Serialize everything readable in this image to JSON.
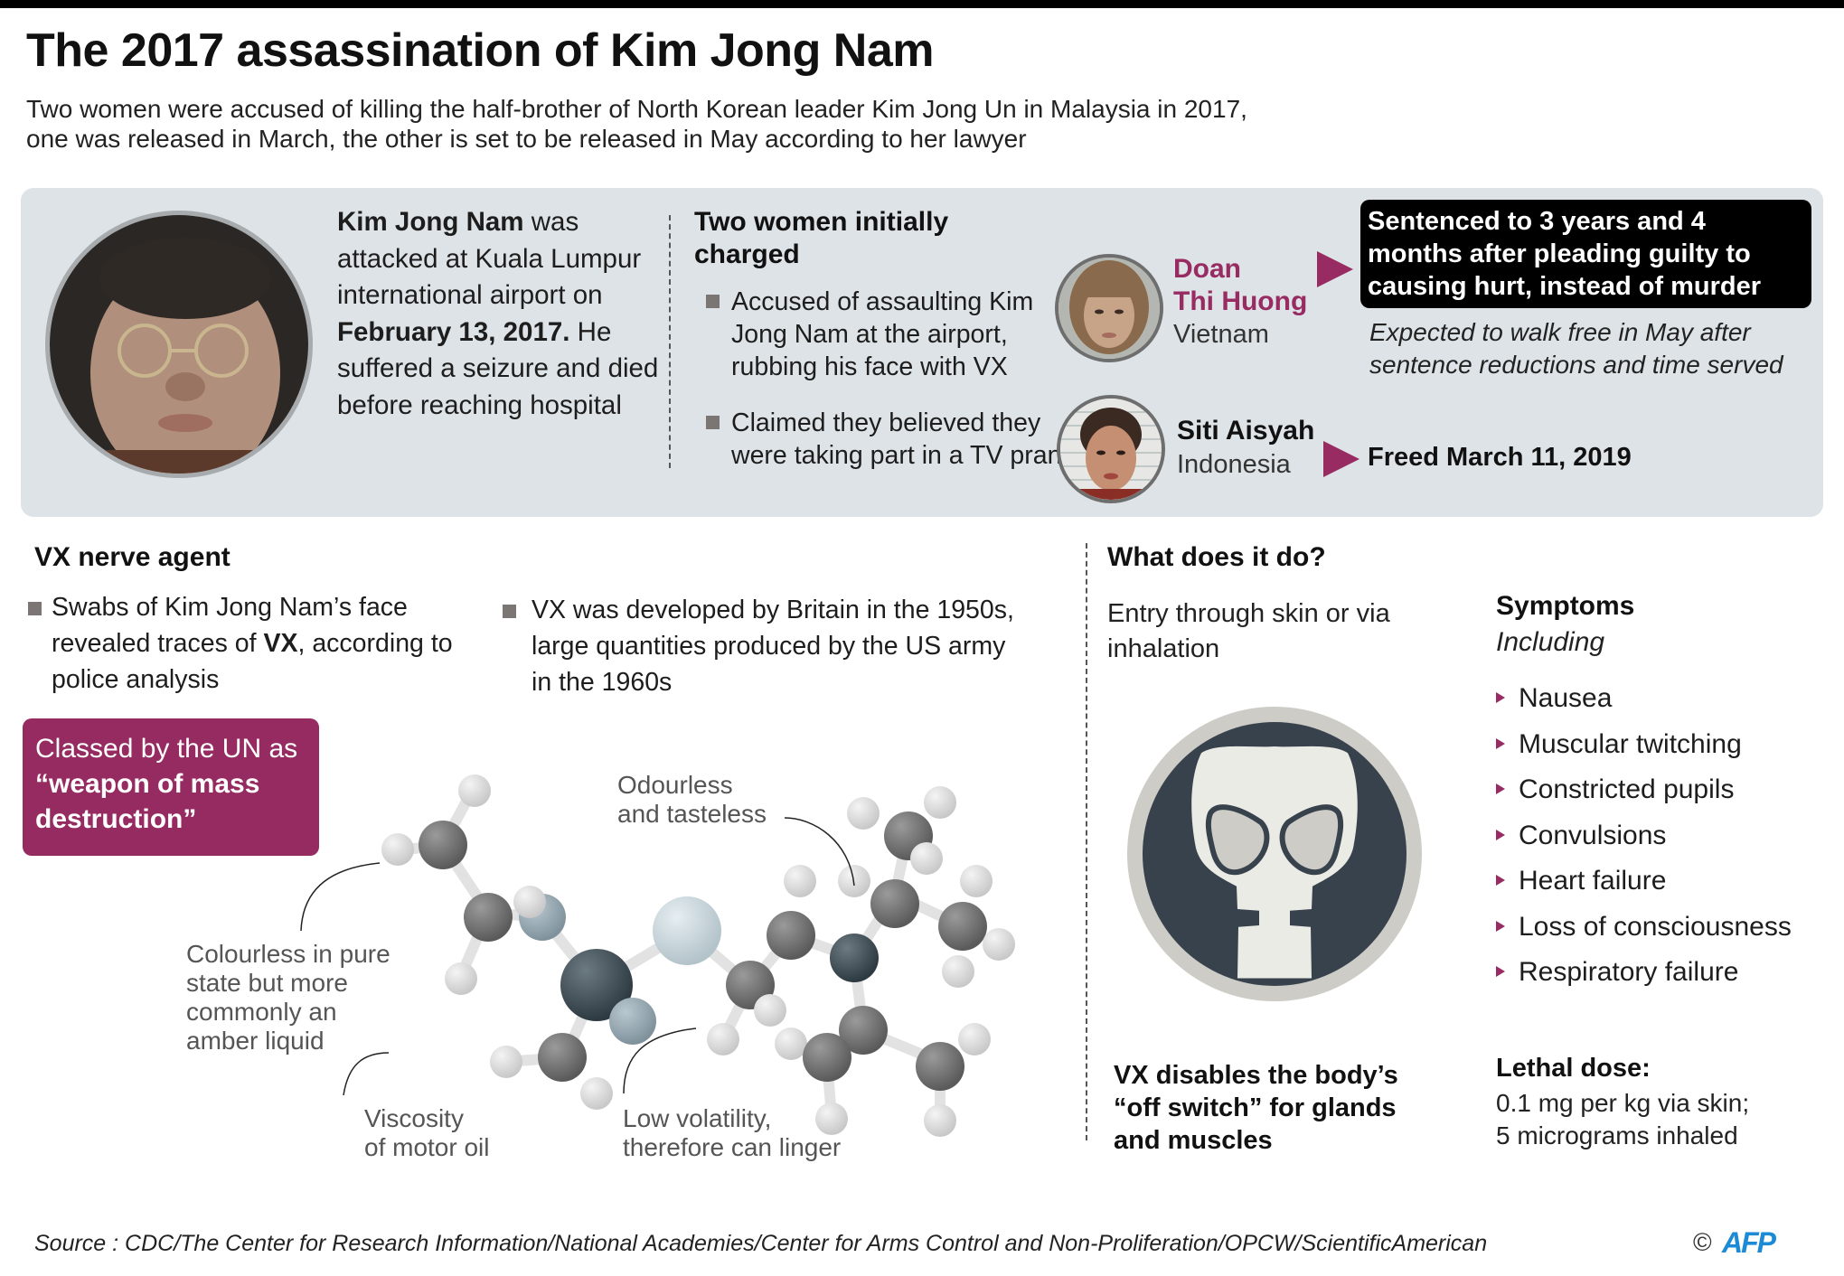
{
  "header": {
    "title": "The 2017 assassination of Kim Jong Nam",
    "subtitle_line1": "Two women were accused of killing the half-brother of North Korean leader Kim Jong Un in Malaysia in 2017,",
    "subtitle_line2": "one was released in March, the other is set to be released in May according to her lawyer"
  },
  "colors": {
    "accent": "#972b62",
    "panel_bg": "#dde3e6",
    "mask_dark": "#38424d",
    "mask_ring": "#cdccc6",
    "afp_blue": "#1d8ad6"
  },
  "victim": {
    "name": "Kim Jong Nam",
    "text_after_name": " was attacked at Kuala Lumpur international airport on ",
    "date": "February 13, 2017.",
    "text_after_date": " He suffered a seizure and died before reaching hospital",
    "photo_icon": "portrait-photo"
  },
  "suspects": {
    "heading": "Two women initially charged",
    "bullets": [
      "Accused of assaulting Kim Jong Nam at the airport, rubbing his face with VX",
      "Claimed they believed they were taking part in a TV prank"
    ],
    "people": [
      {
        "name_line1": "Doan",
        "name_line2": "Thi Huong",
        "country": "Vietnam",
        "outcome": "Sentenced to 3 years and 4 months after pleading guilty to causing hurt, instead of murder",
        "note": "Expected to walk free in May after sentence reductions and time served"
      },
      {
        "name": "Siti Aisyah",
        "country": "Indonesia",
        "outcome": "Freed March 11, 2019"
      }
    ]
  },
  "vx": {
    "heading": "VX nerve agent",
    "bullet1_pre": "Swabs of Kim Jong Nam’s face revealed traces of ",
    "bullet1_bold": "VX",
    "bullet1_post": ", according to police analysis",
    "bullet2": "VX was developed by Britain in the 1950s, large quantities produced by the US army in the 1960s",
    "un_box_line1": "Classed by the UN as",
    "un_box_bold": "“weapon of mass destruction”",
    "annotations": {
      "odourless": [
        "Odourless",
        "and tasteless"
      ],
      "colourless": [
        "Colourless in pure",
        "state but more",
        "commonly an",
        "amber liquid"
      ],
      "viscosity": [
        "Viscosity",
        "of motor oil"
      ],
      "volatility": [
        "Low volatility,",
        "therefore can linger"
      ]
    }
  },
  "effects": {
    "heading": "What does it do?",
    "entry": "Entry through skin or via inhalation",
    "mask_icon": "gas-mask-icon",
    "off_switch": "VX disables the body’s “off switch” for glands and muscles",
    "symptoms_heading": "Symptoms",
    "symptoms_sub": "Including",
    "symptoms": [
      "Nausea",
      "Muscular twitching",
      "Constricted pupils",
      "Convulsions",
      "Heart failure",
      "Loss of consciousness",
      "Respiratory failure"
    ],
    "lethal_heading": "Lethal dose:",
    "lethal_line1": "0.1 mg per kg via skin;",
    "lethal_line2": "5 micrograms inhaled"
  },
  "footer": {
    "source": "Source : CDC/The Center for Research Information/National Academies/Center for Arms Control and Non-Proliferation/OPCW/ScientificAmerican",
    "copyright": "©",
    "agency": "AFP"
  }
}
